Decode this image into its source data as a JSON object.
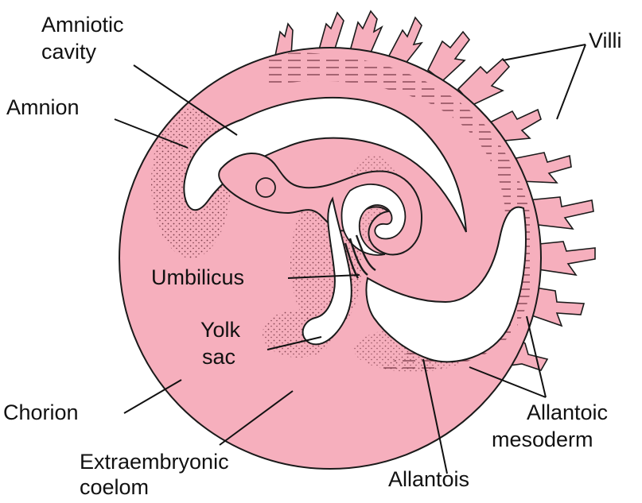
{
  "colors": {
    "tissue": "#f6afbd",
    "tissue_edge": "#1a1a1a",
    "cavity": "#ffffff",
    "hatch": "#7a3b48",
    "stipple": "#6b2d3a"
  },
  "labels": {
    "amniotic_cavity_line1": "Amniotic",
    "amniotic_cavity_line2": "cavity",
    "amnion": "Amnion",
    "villi": "Villi",
    "umbilicus": "Umbilicus",
    "yolk_sac_line1": "Yolk",
    "yolk_sac_line2": "sac",
    "chorion": "Chorion",
    "extraembryonic_coelom_line1": "Extraembryonic",
    "extraembryonic_coelom_line2": "coelom",
    "allantois": "Allantois",
    "allantoic_mesoderm_line1": "Allantoic",
    "allantoic_mesoderm_line2": "mesoderm"
  }
}
